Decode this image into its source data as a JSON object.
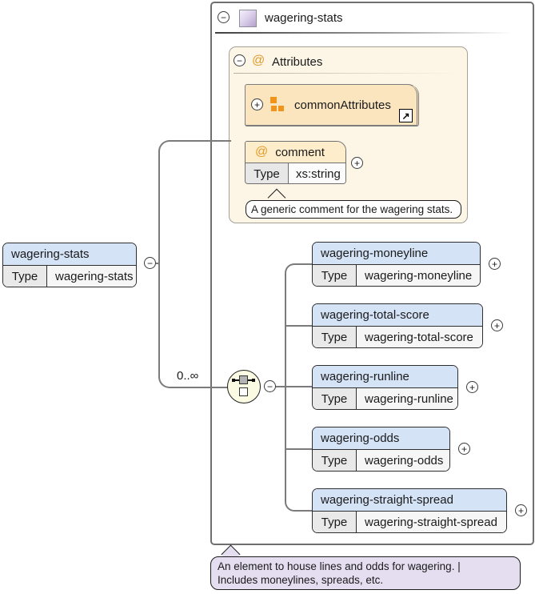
{
  "diagram": {
    "container": {
      "title": "wagering-stats"
    },
    "attributes": {
      "at_glyph": "@",
      "title": "Attributes",
      "common_attributes": {
        "label": "commonAttributes"
      },
      "comment": {
        "at_glyph": "@",
        "name": "comment",
        "type_label": "Type",
        "type_value": "xs:string",
        "doc": "A generic comment for the wagering stats."
      }
    },
    "root_element": {
      "name": "wagering-stats",
      "type_label": "Type",
      "type_value": "wagering-stats"
    },
    "occurrence": "0..∞",
    "children": [
      {
        "name": "wagering-moneyline",
        "type_label": "Type",
        "type_value": "wagering-moneyline"
      },
      {
        "name": "wagering-total-score",
        "type_label": "Type",
        "type_value": "wagering-total-score"
      },
      {
        "name": "wagering-runline",
        "type_label": "Type",
        "type_value": "wagering-runline"
      },
      {
        "name": "wagering-odds",
        "type_label": "Type",
        "type_value": "wagering-odds"
      },
      {
        "name": "wagering-straight-spread",
        "type_label": "Type",
        "type_value": "wagering-straight-spread"
      }
    ],
    "annotation": {
      "line1": "An element to house lines and odds for wagering. |",
      "line2": "Includes moneylines, spreads, etc."
    },
    "glyphs": {
      "collapse": "−",
      "expand": "+",
      "link": "↗"
    },
    "colors": {
      "element_header_blue": "#d5e3f7",
      "attributes_panel_cream": "#fdf6e7",
      "attribute_tan": "#fbe5bf",
      "accent_orange": "#e09a2a",
      "annotation_lavender": "#e4def0",
      "connector_gray": "#7b7b7b"
    }
  }
}
